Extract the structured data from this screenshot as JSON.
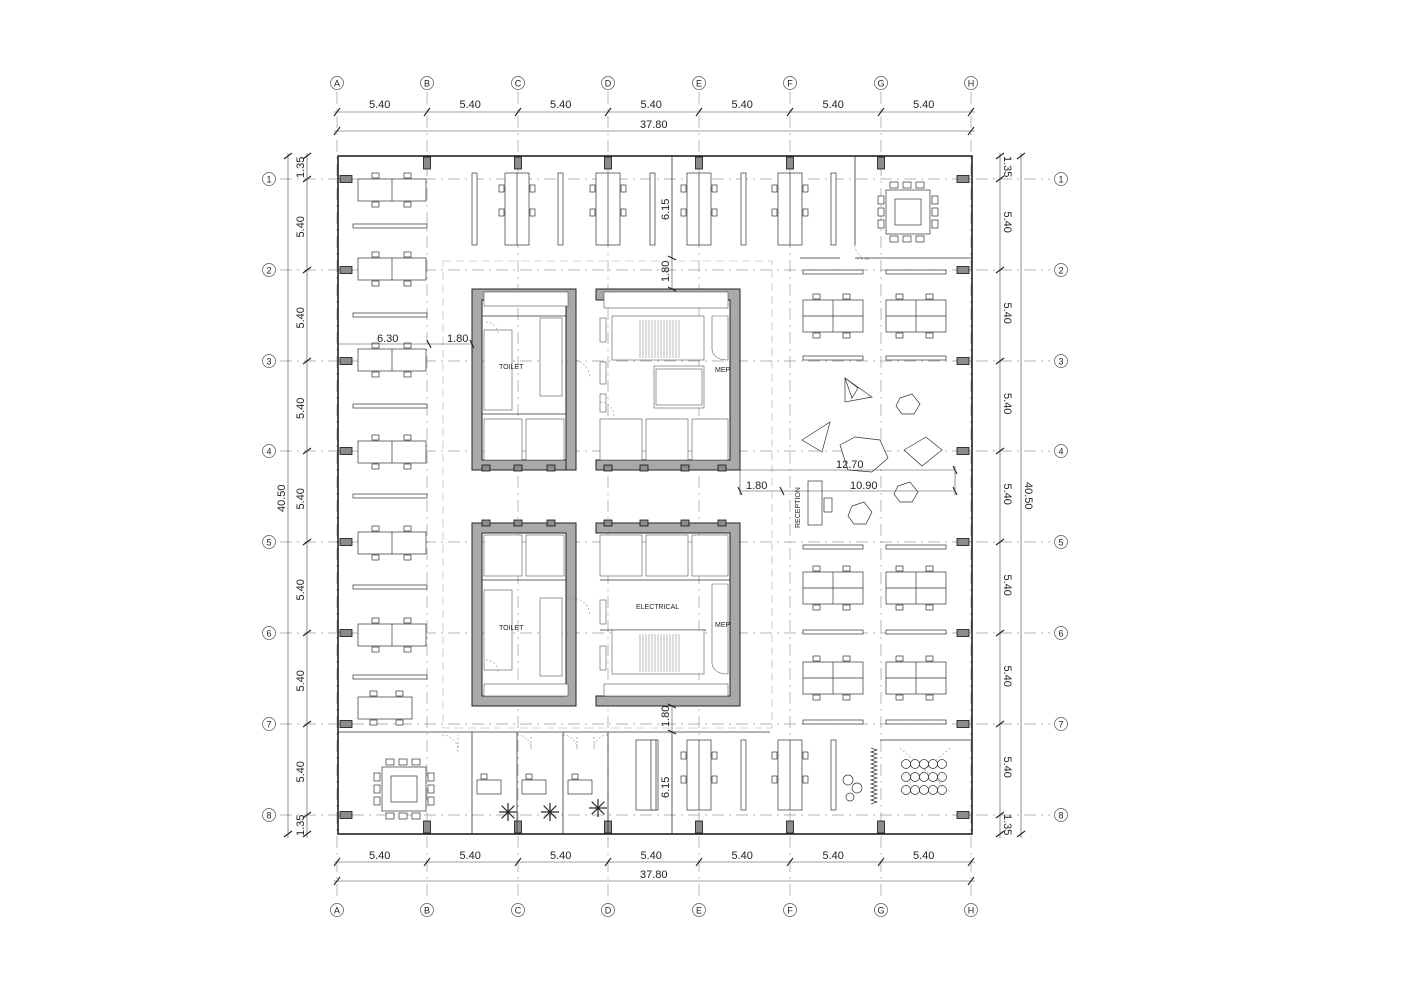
{
  "grid_columns": [
    "A",
    "B",
    "C",
    "D",
    "E",
    "F",
    "G",
    "H"
  ],
  "grid_rows": [
    "1",
    "2",
    "3",
    "4",
    "5",
    "6",
    "7",
    "8"
  ],
  "dimensions": {
    "bay": "5.40",
    "overall_width": "37.80",
    "overall_depth": "40.50",
    "edge_offset": "1.35",
    "core_offset_horizontal": "6.30",
    "corridor_gap": "1.80",
    "corridor_gap_top": "1.80",
    "corridor_gap_bottom": "1.80",
    "corridor_gap_lounge": "1.80",
    "bay_depth_top": "6.15",
    "bay_depth_bottom": "6.15",
    "lounge_width": "12.70",
    "lounge_inner_width": "10.90"
  },
  "rooms": {
    "toilet_upper": "TOILET",
    "toilet_lower": "TOILET",
    "mep_upper": "MEP",
    "mep_lower": "MEP",
    "electrical": "ELECTRICAL",
    "reception": "RECEPTION"
  }
}
